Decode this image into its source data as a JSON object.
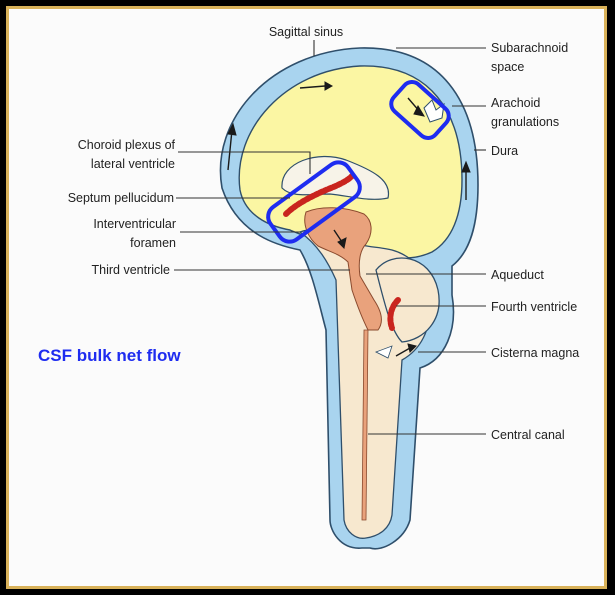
{
  "diagram": {
    "labels": {
      "sagittal_sinus": "Sagittal sinus",
      "subarachnoid_1": "Subarachnoid",
      "subarachnoid_2": "space",
      "arachoid_1": "Arachoid",
      "arachoid_2": "granulations",
      "dura": "Dura",
      "choroid_1": "Choroid plexus of",
      "choroid_2": "lateral ventricle",
      "septum": "Septum pellucidum",
      "interventricular_1": "Interventricular",
      "interventricular_2": "foramen",
      "third_ventricle": "Third ventricle",
      "aqueduct": "Aqueduct",
      "fourth_ventricle": "Fourth ventricle",
      "cisterna_magna": "Cisterna magna",
      "central_canal": "Central canal"
    },
    "annotation": "CSF bulk net flow",
    "colors": {
      "csf_blue": "#a9d4ef",
      "brain_yellow": "#fbf6a3",
      "tissue": "#f7e8cf",
      "ventricle": "#e9a27c",
      "choroid": "#c9241e",
      "highlight": "#1e2cf0",
      "frame": "#d9b25a"
    }
  }
}
